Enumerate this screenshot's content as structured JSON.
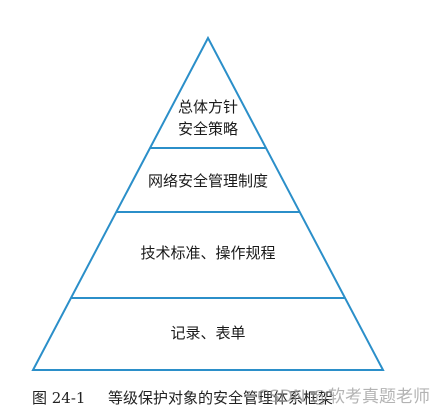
{
  "diagram": {
    "tiers": [
      {
        "lines": [
          "总体方针",
          "安全策略"
        ]
      },
      {
        "lines": [
          "网络安全管理制度"
        ]
      },
      {
        "lines": [
          "技术标准、操作规程"
        ]
      },
      {
        "lines": [
          "记录、表单"
        ]
      }
    ]
  },
  "caption": {
    "number": "图 24-1",
    "text": "等级保护对象的安全管理体系框架"
  },
  "watermark": {
    "text": "CSDN @软考真题老师"
  },
  "colors": {
    "stroke": "#2b8fc9",
    "text": "#1a1a1a"
  }
}
